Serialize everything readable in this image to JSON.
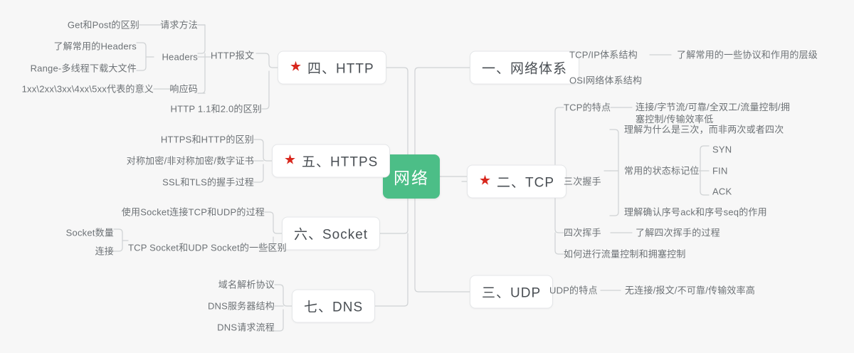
{
  "document": {
    "type": "mindmap",
    "title": "网络",
    "background_color": "#f7f7f7",
    "center_color": "#4cbe87",
    "star_color": "#d8261c",
    "line_color": "#cfd2d4"
  },
  "center": {
    "label": "网络"
  },
  "star_glyph": "★",
  "branches": {
    "http": {
      "label": "四、HTTP",
      "starred": true,
      "children": {
        "message": {
          "label": "HTTP报文",
          "children": {
            "request_method": {
              "label": "请求方法",
              "children": [
                {
                  "label": "Get和Post的区别"
                }
              ]
            },
            "headers": {
              "label": "Headers",
              "children": [
                {
                  "label": "了解常用的Headers"
                },
                {
                  "label": "Range-多线程下载大文件"
                }
              ]
            },
            "status_code": {
              "label": "响应码",
              "children": [
                {
                  "label": "1xx\\2xx\\3xx\\4xx\\5xx代表的意义"
                }
              ]
            }
          }
        },
        "versions": {
          "label": "HTTP 1.1和2.0的区别"
        }
      }
    },
    "https": {
      "label": "五、HTTPS",
      "starred": true,
      "children": [
        {
          "label": "HTTPS和HTTP的区别"
        },
        {
          "label": "对称加密/非对称加密/数字证书"
        },
        {
          "label": "SSL和TLS的握手过程"
        }
      ]
    },
    "socket": {
      "label": "六、Socket",
      "starred": false,
      "children": [
        {
          "label": "使用Socket连接TCP和UDP的过程"
        },
        {
          "label": "TCP Socket和UDP Socket的一些区别",
          "children": [
            {
              "label": "Socket数量"
            },
            {
              "label": "连接"
            }
          ]
        }
      ]
    },
    "dns": {
      "label": "七、DNS",
      "starred": false,
      "children": [
        {
          "label": "域名解析协议"
        },
        {
          "label": "DNS服务器结构"
        },
        {
          "label": "DNS请求流程"
        }
      ]
    },
    "network_system": {
      "label": "一、网络体系",
      "starred": false,
      "children": [
        {
          "label": "TCP/IP体系结构",
          "children": [
            {
              "label": "了解常用的一些协议和作用的层级"
            }
          ]
        },
        {
          "label": "OSI网络体系结构"
        }
      ]
    },
    "tcp": {
      "label": "二、TCP",
      "starred": true,
      "children": [
        {
          "label": "TCP的特点",
          "children": [
            {
              "label": "连接/字节流/可靠/全双工/流量控制/拥塞控制/传输效率低"
            }
          ]
        },
        {
          "label": "三次握手",
          "children": [
            {
              "label": "理解为什么是三次，而非两次或者四次"
            },
            {
              "label": "常用的状态标记位",
              "children": [
                {
                  "label": "SYN"
                },
                {
                  "label": "FIN"
                },
                {
                  "label": "ACK"
                }
              ]
            },
            {
              "label": "理解确认序号ack和序号seq的作用"
            }
          ]
        },
        {
          "label": "四次挥手",
          "children": [
            {
              "label": "了解四次挥手的过程"
            }
          ]
        },
        {
          "label": "如何进行流量控制和拥塞控制"
        }
      ]
    },
    "udp": {
      "label": "三、UDP",
      "starred": false,
      "children": [
        {
          "label": "UDP的特点",
          "children": [
            {
              "label": "无连接/报文/不可靠/传输效率高"
            }
          ]
        }
      ]
    }
  }
}
